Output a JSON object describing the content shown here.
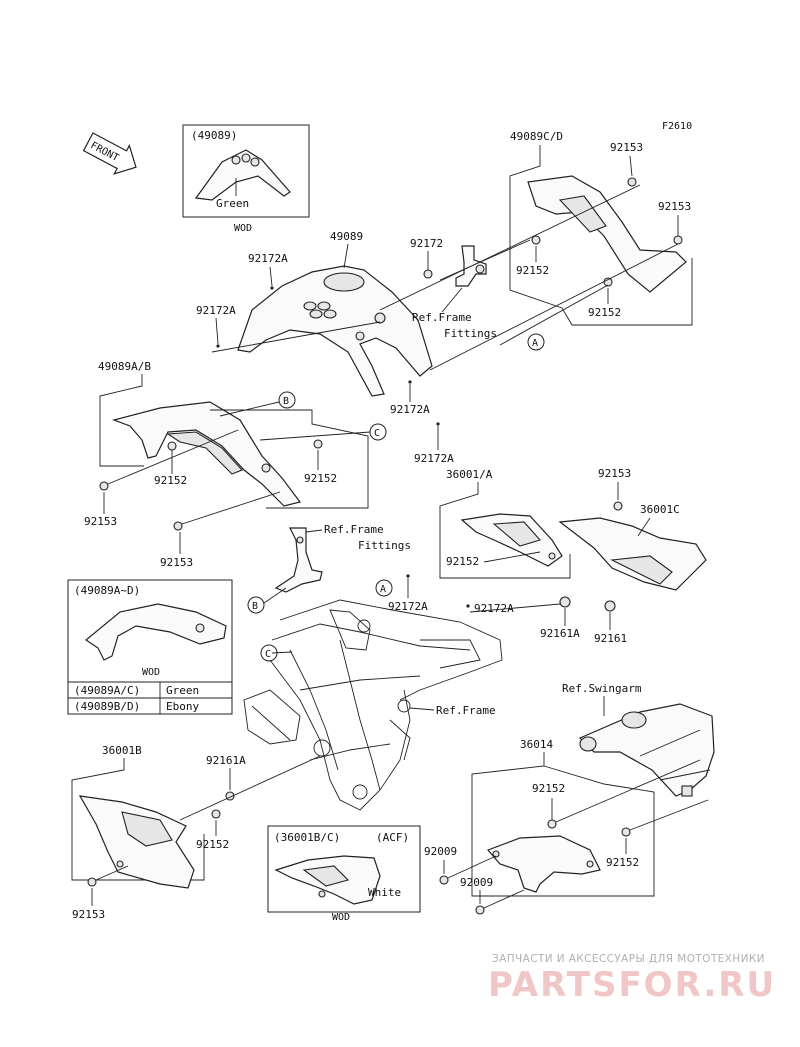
{
  "figure_id": "F2610",
  "front_arrow": "FRONT",
  "parts": {
    "p49089": "49089",
    "p49089cd": "49089C/D",
    "p49089ab": "49089A/B",
    "p36001a": "36001/A",
    "p36001c": "36001C",
    "p36001b": "36001B",
    "p36014": "36014",
    "p92153": "92153",
    "p92152": "92152",
    "p92172": "92172",
    "p92172a": "92172A",
    "p92161": "92161",
    "p92161a": "92161A",
    "p92009": "92009"
  },
  "refs": {
    "frame_fittings_1": "Ref.Frame",
    "frame_fittings_2": "Fittings",
    "frame": "Ref.Frame",
    "swingarm": "Ref.Swingarm"
  },
  "callouts": {
    "a": "A",
    "b": "B",
    "c": "C"
  },
  "inset_49089": {
    "code": "(49089)",
    "color": "Green",
    "variant": "WOD"
  },
  "inset_49089ad": {
    "code": "(49089A~D)",
    "variant": "WOD"
  },
  "color_table": [
    {
      "code": "(49089A/C)",
      "color": "Green"
    },
    {
      "code": "(49089B/D)",
      "color": "Ebony"
    }
  ],
  "inset_36001bc": {
    "code": "(36001B/C)",
    "market": "(ACF)",
    "color": "White",
    "variant": "WOD"
  },
  "watermark": {
    "tagline": "ЗАПЧАСТИ И АКСЕССУАРЫ ДЛЯ МОТОТЕХНИКИ",
    "brand": "PARTSFOR.RU"
  }
}
